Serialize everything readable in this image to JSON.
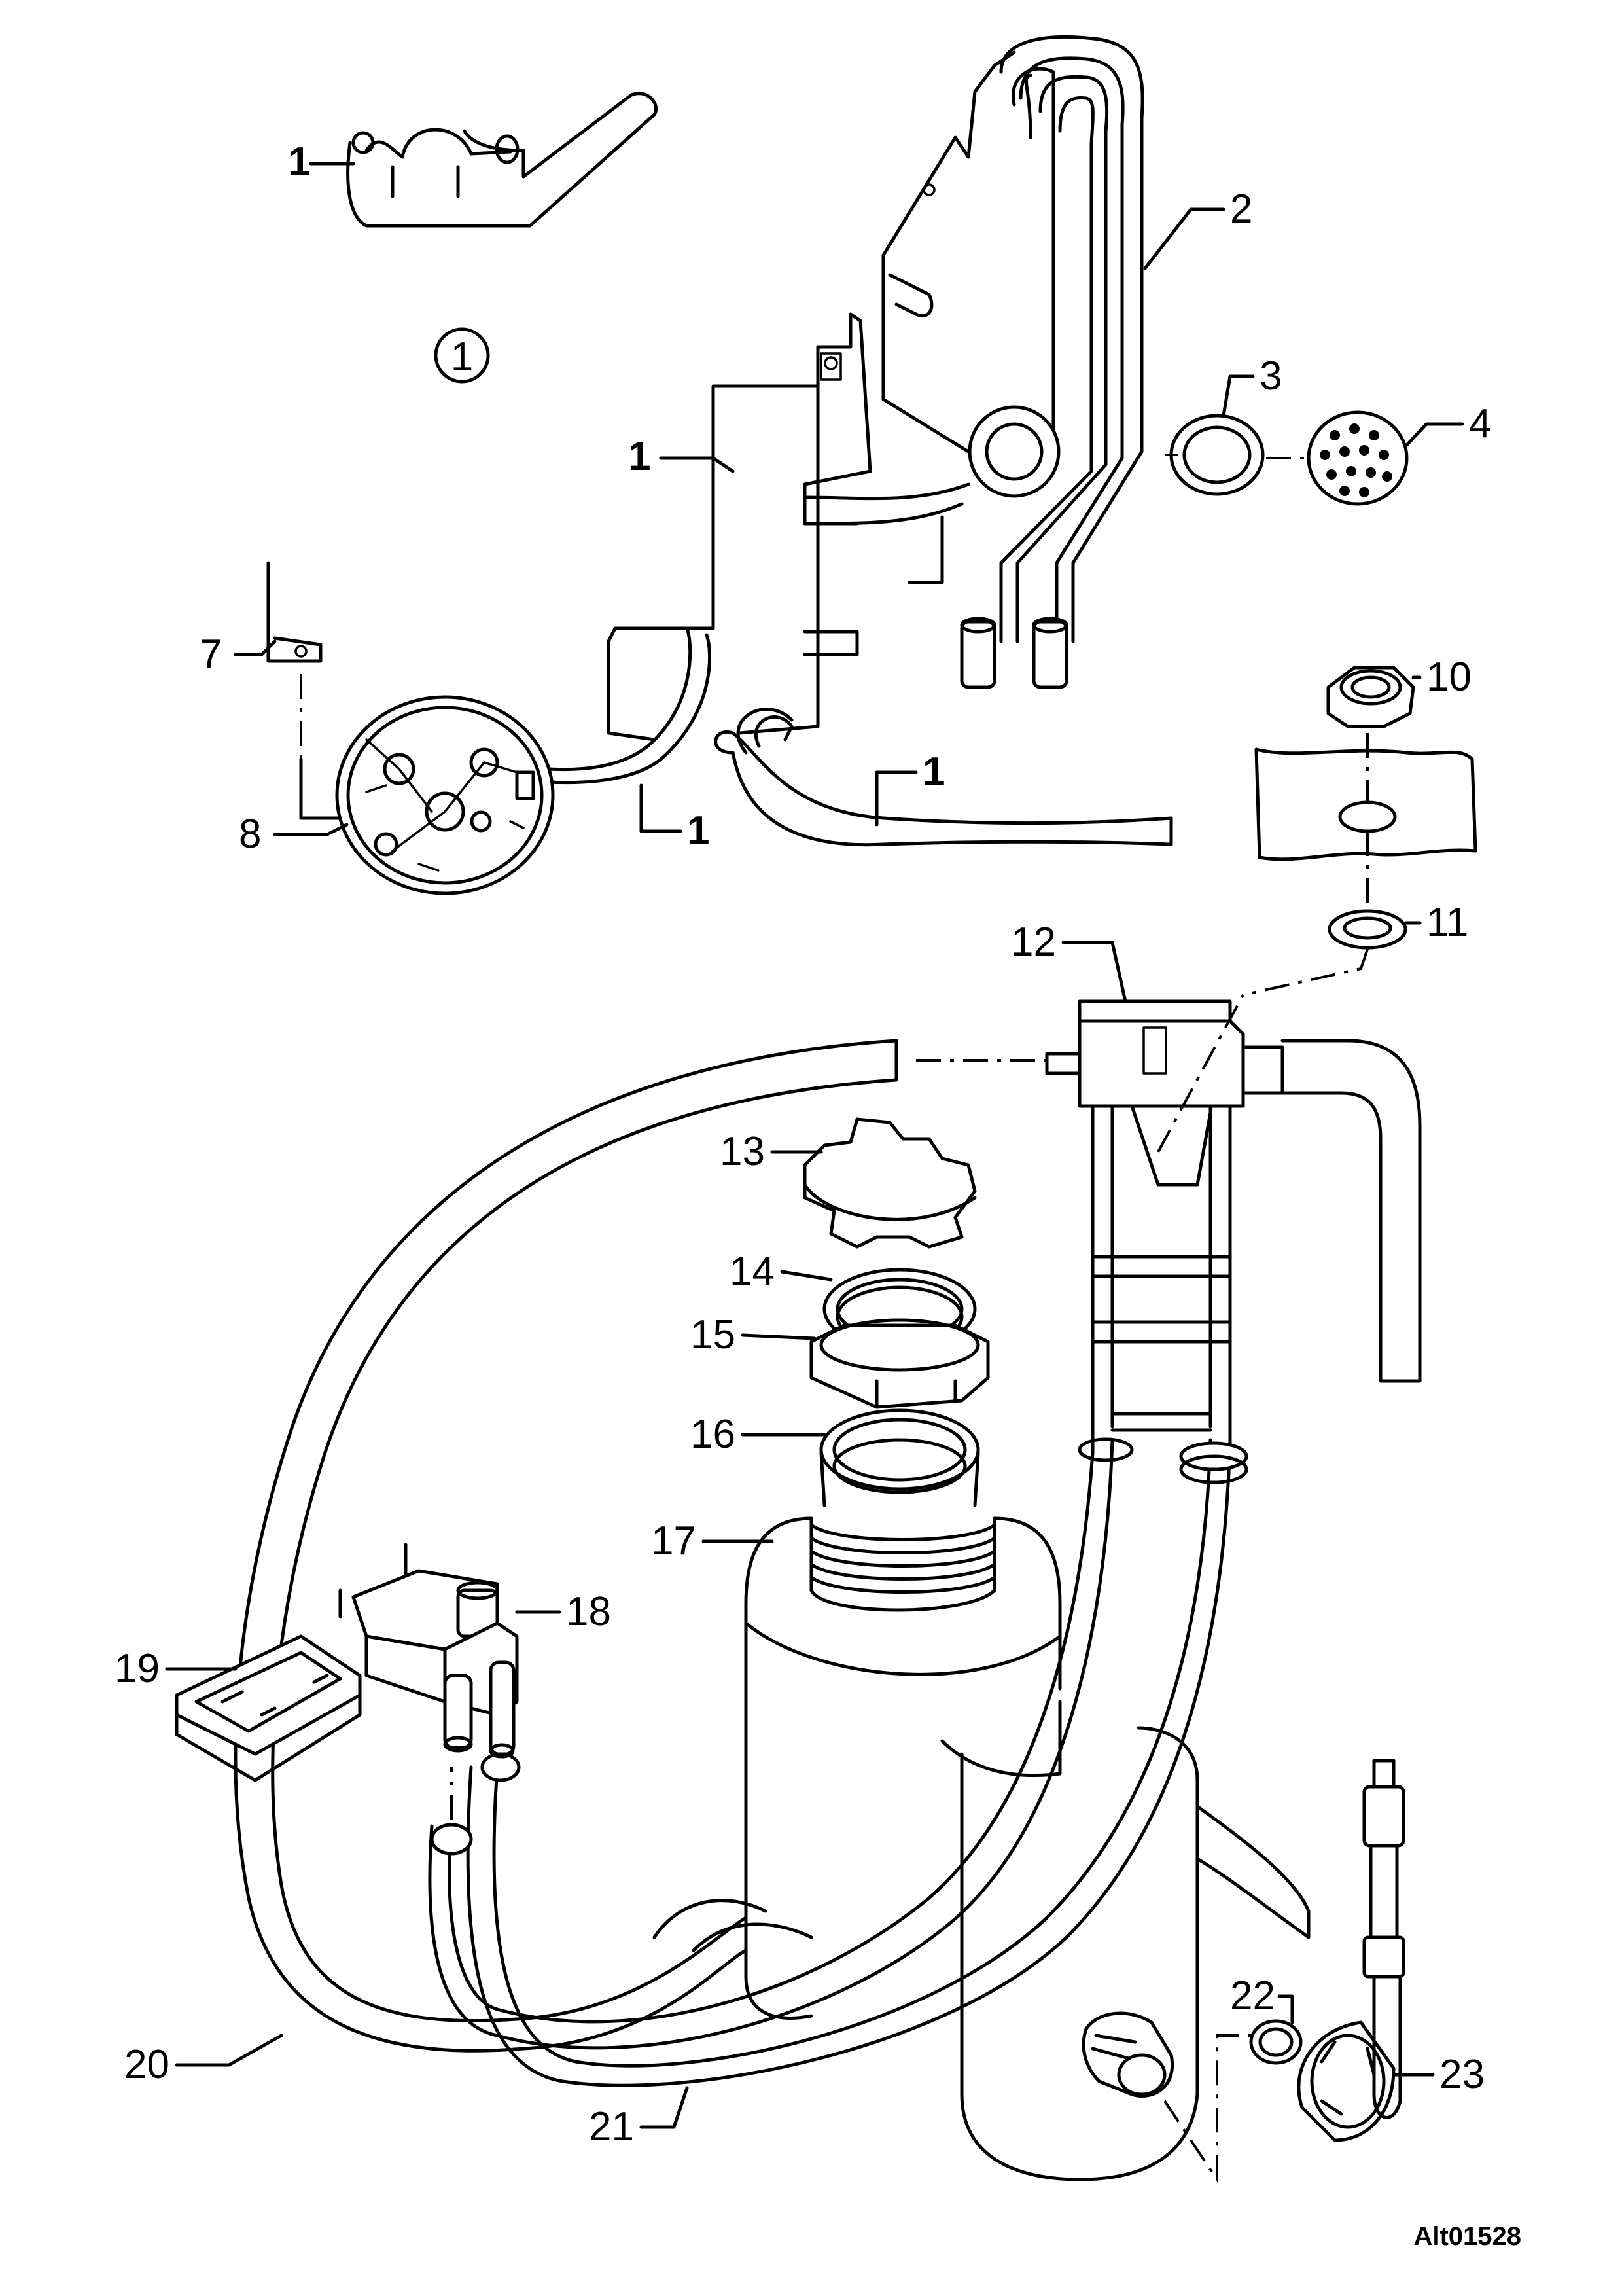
{
  "diagram": {
    "view_marker": "1",
    "reference_code": "Alt01528",
    "callouts": {
      "detail_1": "1",
      "bracket_1": "1",
      "hose_1a": "1",
      "hose_1b": "1",
      "p2": "2",
      "p3": "3",
      "p4": "4",
      "p7": "7",
      "p8": "8",
      "p10": "10",
      "p11": "11",
      "p12": "12",
      "p13": "13",
      "p14": "14",
      "p15": "15",
      "p16": "16",
      "p17": "17",
      "p18": "18",
      "p19": "19",
      "p20": "20",
      "p21": "21",
      "p22": "22",
      "p23": "23"
    }
  }
}
